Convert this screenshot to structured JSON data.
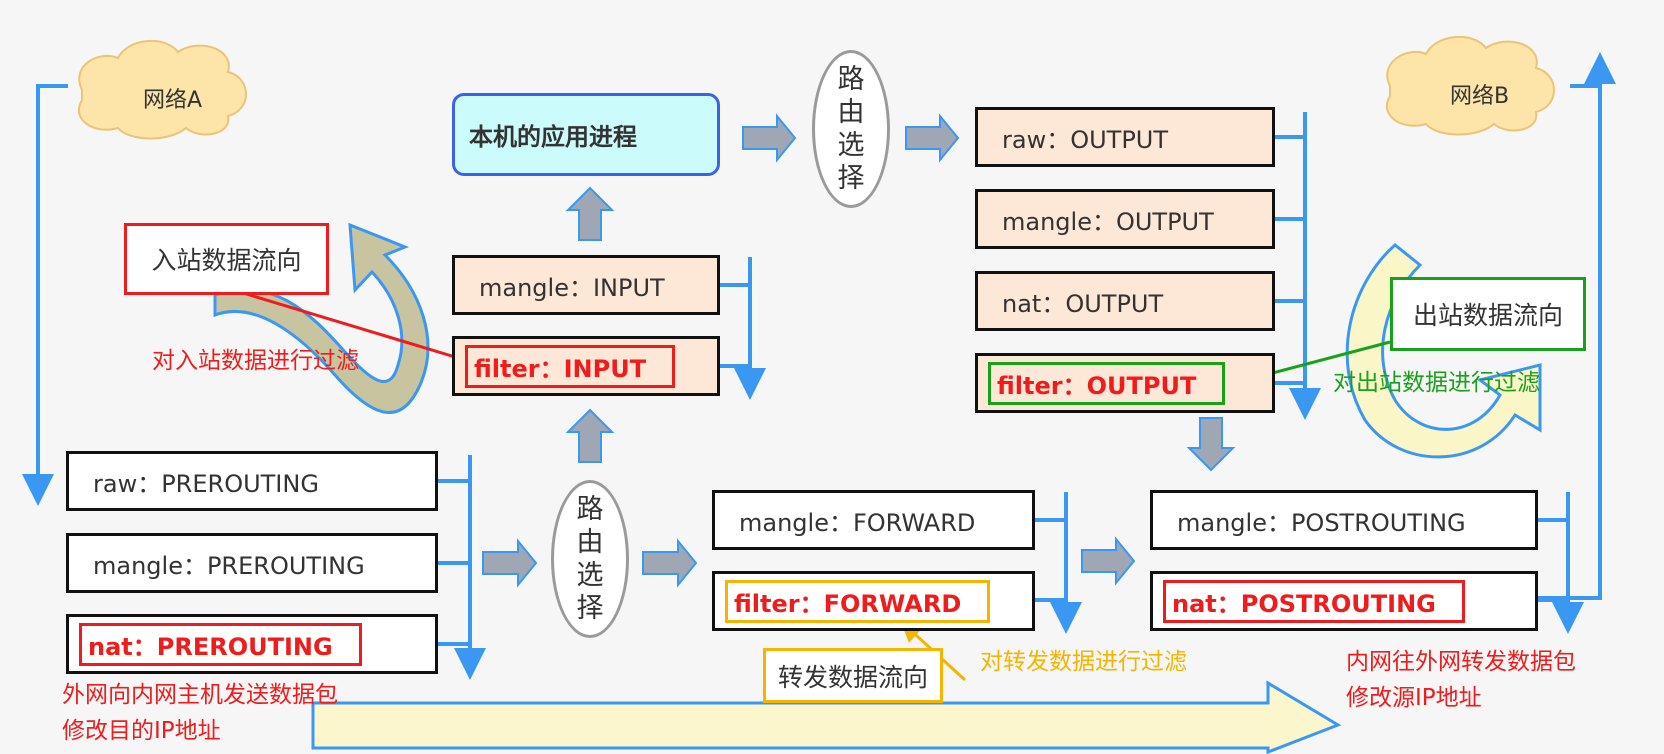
{
  "clouds": {
    "a": "网络A",
    "b": "网络B"
  },
  "app_process": "本机的应用进程",
  "routing_label": [
    "路",
    "由",
    "选",
    "择"
  ],
  "chains": {
    "raw_prerouting": "raw：PREROUTING",
    "mangle_prerouting": "mangle：PREROUTING",
    "nat_prerouting": "nat：PREROUTING",
    "mangle_input": "mangle：INPUT",
    "filter_input": "filter：INPUT",
    "raw_output": "raw：OUTPUT",
    "mangle_output": "mangle：OUTPUT",
    "nat_output": "nat：OUTPUT",
    "filter_output": "filter：OUTPUT",
    "mangle_forward": "mangle：FORWARD",
    "filter_forward": "filter：FORWARD",
    "mangle_postrouting": "mangle：POSTROUTING",
    "nat_postrouting": "nat：POSTROUTING"
  },
  "callouts": {
    "inbound_flow": "入站数据流向",
    "inbound_filter": "对入站数据进行过滤",
    "outbound_flow": "出站数据流向",
    "outbound_filter": "对出站数据进行过滤",
    "forward_flow": "转发数据流向",
    "forward_filter": "对转发数据进行过滤"
  },
  "notes": {
    "dnat_line1": "外网向内网主机发送数据包",
    "dnat_line2": "修改目的IP地址",
    "snat_line1": "内网往外网转发数据包",
    "snat_line2": "修改源IP地址"
  },
  "colors": {
    "flow_blue": "#3b98f2",
    "arrow_gray": "#9fa6b4",
    "chain_fill": "#fde7d6",
    "highlight_red": "#ee1c1c",
    "highlight_green": "#1aa11a",
    "highlight_orange": "#f5b400",
    "curved_arrow_fill": "#c8c4a0"
  }
}
